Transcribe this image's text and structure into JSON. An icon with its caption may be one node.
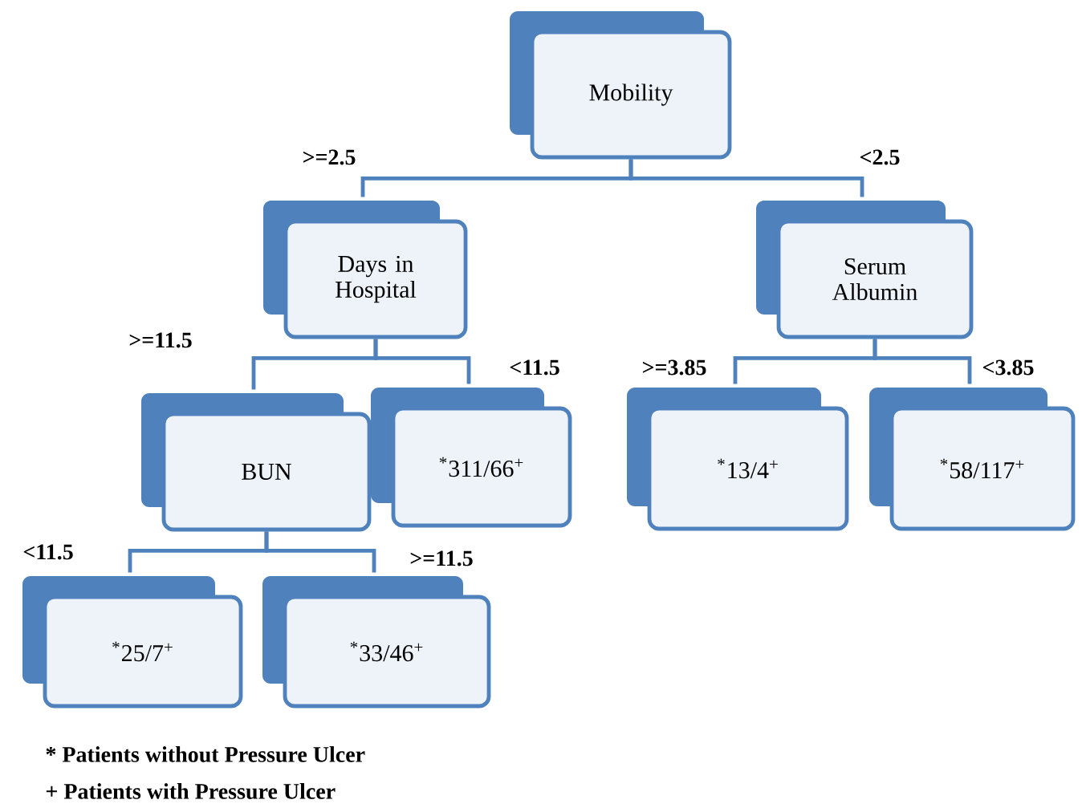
{
  "diagram": {
    "nodes": [
      {
        "text": [
          "Mobility"
        ]
      },
      {
        "text": [
          "Days in Hospital"
        ]
      },
      {
        "text": [
          "Serum Albumin"
        ]
      },
      {
        "text": [
          "BUN"
        ]
      },
      {
        "text": [
          "$^{*}$311/66$^{+}$"
        ]
      },
      {
        "text": [
          "$^{*}$13/4$^{+}$"
        ]
      },
      {
        "text": [
          "$^{*}$58/117$^{+}$"
        ]
      },
      {
        "text": [
          "$^{*}$25/7$^{+}$"
        ]
      },
      {
        "text": [
          "$^{*}$33/46$^{+}$"
        ]
      }
    ],
    "edges": [
      {
        "from": 0,
        "to": 1,
        "arrow": "none",
        "label": ">=2.5"
      },
      {
        "from": 0,
        "to": 2,
        "arrow": "none",
        "label": "<2.5"
      },
      {
        "from": 1,
        "to": 3,
        "arrow": "none",
        "label": ">=11.5"
      },
      {
        "from": 1,
        "to": 4,
        "arrow": "none",
        "label": "<11.5"
      },
      {
        "from": 2,
        "to": 5,
        "arrow": "none",
        "label": ">=3.85"
      },
      {
        "from": 2,
        "to": 6,
        "arrow": "none",
        "label": "<3.85"
      },
      {
        "from": 3,
        "to": 7,
        "arrow": "none",
        "label": "<11.5"
      },
      {
        "from": 3,
        "to": 8,
        "arrow": "none",
        "label": ">=11.5"
      }
    ],
    "labels": [
      "* Patients without Pressure Ulcer",
      "+ Patients with Pressure Ulcer"
    ]
  }
}
